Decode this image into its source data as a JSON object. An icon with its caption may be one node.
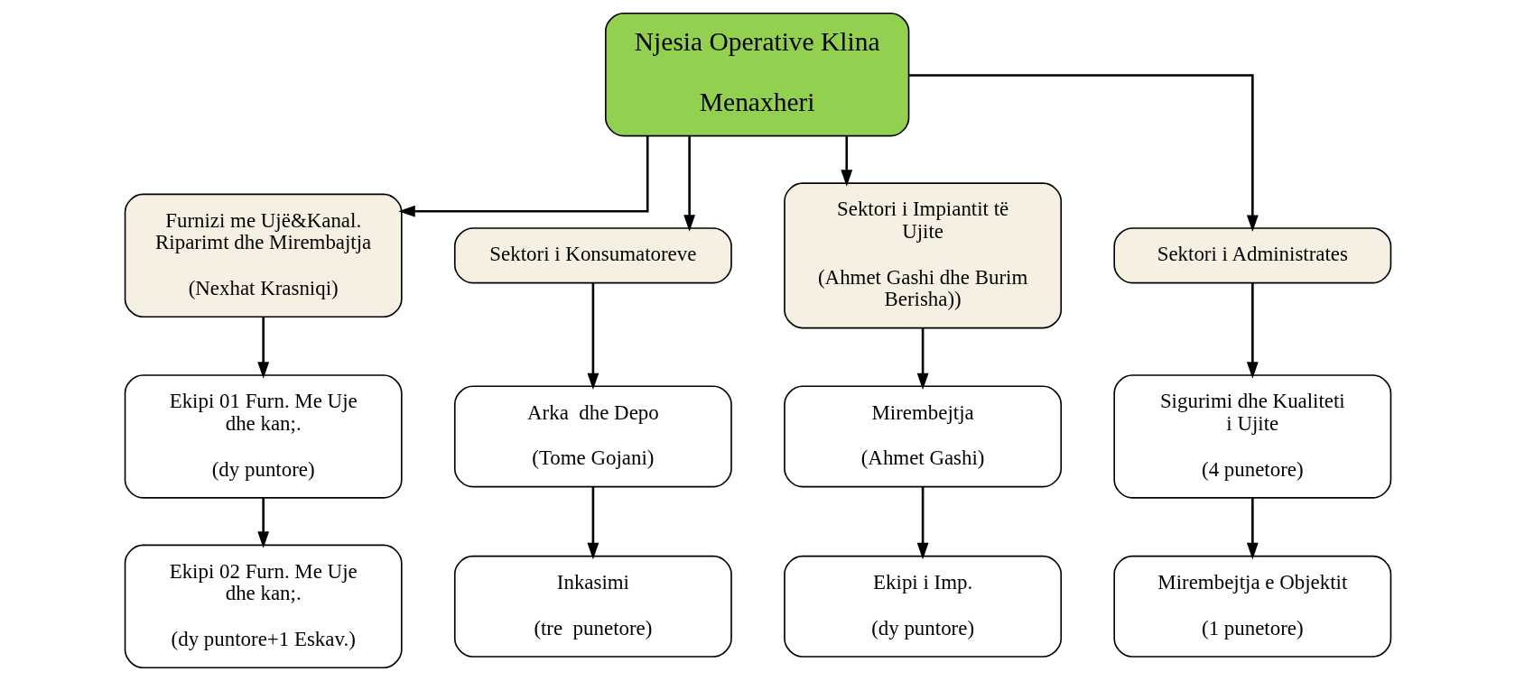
{
  "diagram": {
    "nodes": [
      {
        "text": [
          "Njesia Operative Klina",
          "Menaxheri"
        ]
      },
      {
        "text": [
          "Furnizi me Ujë&Kanal. Riparimt dhe Mirembajtja",
          "(Nexhat Krasniqi)"
        ]
      },
      {
        "text": [
          "Sektori i Konsumatoreve"
        ]
      },
      {
        "text": [
          "Sektori i Impiantit të Ujite",
          "(Ahmet Gashi dhe Burim Berisha))"
        ]
      },
      {
        "text": [
          "Sektori i Administrates"
        ]
      },
      {
        "text": [
          "Ekipi 01 Furn. Me Uje dhe kan;.",
          "(dy puntore)"
        ]
      },
      {
        "text": [
          "Ekipi 02 Furn. Me Uje dhe kan;.",
          "(dy puntore+1 Eskav.)"
        ]
      },
      {
        "text": [
          "Arka  dhe Depo",
          "(Tome Gojani)"
        ]
      },
      {
        "text": [
          "Inkasimi",
          "(tre  punetore)"
        ]
      },
      {
        "text": [
          "Mirembejtja",
          "(Ahmet Gashi)"
        ]
      },
      {
        "text": [
          "Ekipi i Imp.",
          "(dy puntore)"
        ]
      },
      {
        "text": [
          "Sigurimi dhe Kualiteti i Ujite",
          "(4 punetore)"
        ]
      },
      {
        "text": [
          "Mirembejtja e Objektit",
          "(1 punetore)"
        ]
      }
    ],
    "edges": [
      {
        "from": 0,
        "to": 1,
        "arrow": "to"
      },
      {
        "from": 0,
        "to": 2,
        "arrow": "to"
      },
      {
        "from": 0,
        "to": 3,
        "arrow": "to"
      },
      {
        "from": 0,
        "to": 4,
        "arrow": "to"
      },
      {
        "from": 1,
        "to": 5,
        "arrow": "to"
      },
      {
        "from": 5,
        "to": 6,
        "arrow": "to"
      },
      {
        "from": 2,
        "to": 7,
        "arrow": "to"
      },
      {
        "from": 7,
        "to": 8,
        "arrow": "to"
      },
      {
        "from": 3,
        "to": 9,
        "arrow": "to"
      },
      {
        "from": 9,
        "to": 10,
        "arrow": "to"
      },
      {
        "from": 4,
        "to": 11,
        "arrow": "to"
      },
      {
        "from": 11,
        "to": 12,
        "arrow": "to"
      }
    ]
  }
}
